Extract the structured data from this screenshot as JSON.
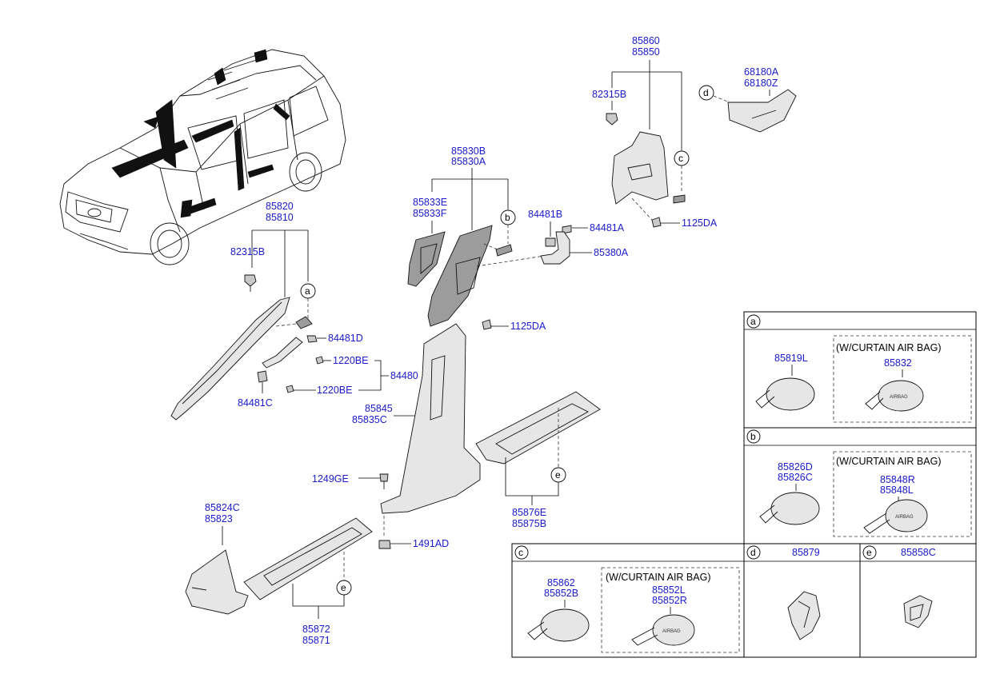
{
  "labels": {
    "p85860": "85860",
    "p85850": "85850",
    "p68180A": "68180A",
    "p68180Z": "68180Z",
    "p82315B_top": "82315B",
    "p1125DA_top": "1125DA",
    "p85830B": "85830B",
    "p85830A": "85830A",
    "p85833E": "85833E",
    "p85833F": "85833F",
    "p84481B": "84481B",
    "p84481A": "84481A",
    "p85380A": "85380A",
    "p1125DA_mid": "1125DA",
    "p85820": "85820",
    "p85810": "85810",
    "p82315B_left": "82315B",
    "p84481D": "84481D",
    "p1220BE_1": "1220BE",
    "p1220BE_2": "1220BE",
    "p84480": "84480",
    "p84481C": "84481C",
    "p85845": "85845",
    "p85835C": "85835C",
    "p1249GE": "1249GE",
    "p1491AD": "1491AD",
    "p85876E": "85876E",
    "p85875B": "85875B",
    "p85824C": "85824C",
    "p85823": "85823",
    "p85872": "85872",
    "p85871": "85871"
  },
  "callouts": {
    "a": "a",
    "b": "b",
    "c": "c",
    "d": "d",
    "e": "e"
  },
  "detail_boxes": {
    "a": {
      "letter": "a",
      "left_part": "85819L",
      "airbag_title": "(W/CURTAIN AIR BAG)",
      "airbag_part": "85832"
    },
    "b": {
      "letter": "b",
      "left_part_1": "85826D",
      "left_part_2": "85826C",
      "airbag_title": "(W/CURTAIN AIR BAG)",
      "airbag_part_1": "85848R",
      "airbag_part_2": "85848L"
    },
    "c": {
      "letter": "c",
      "left_part_1": "85862",
      "left_part_2": "85852B",
      "airbag_title": "(W/CURTAIN AIR BAG)",
      "airbag_part_1": "85852L",
      "airbag_part_2": "85852R"
    },
    "d": {
      "letter": "d",
      "part": "85879"
    },
    "e": {
      "letter": "e",
      "part": "85858C"
    }
  },
  "emblem_text": "AIRBAG",
  "colors": {
    "part_number": "#1a1acc",
    "line": "#000000",
    "part_fill": "#c9c9c9"
  }
}
